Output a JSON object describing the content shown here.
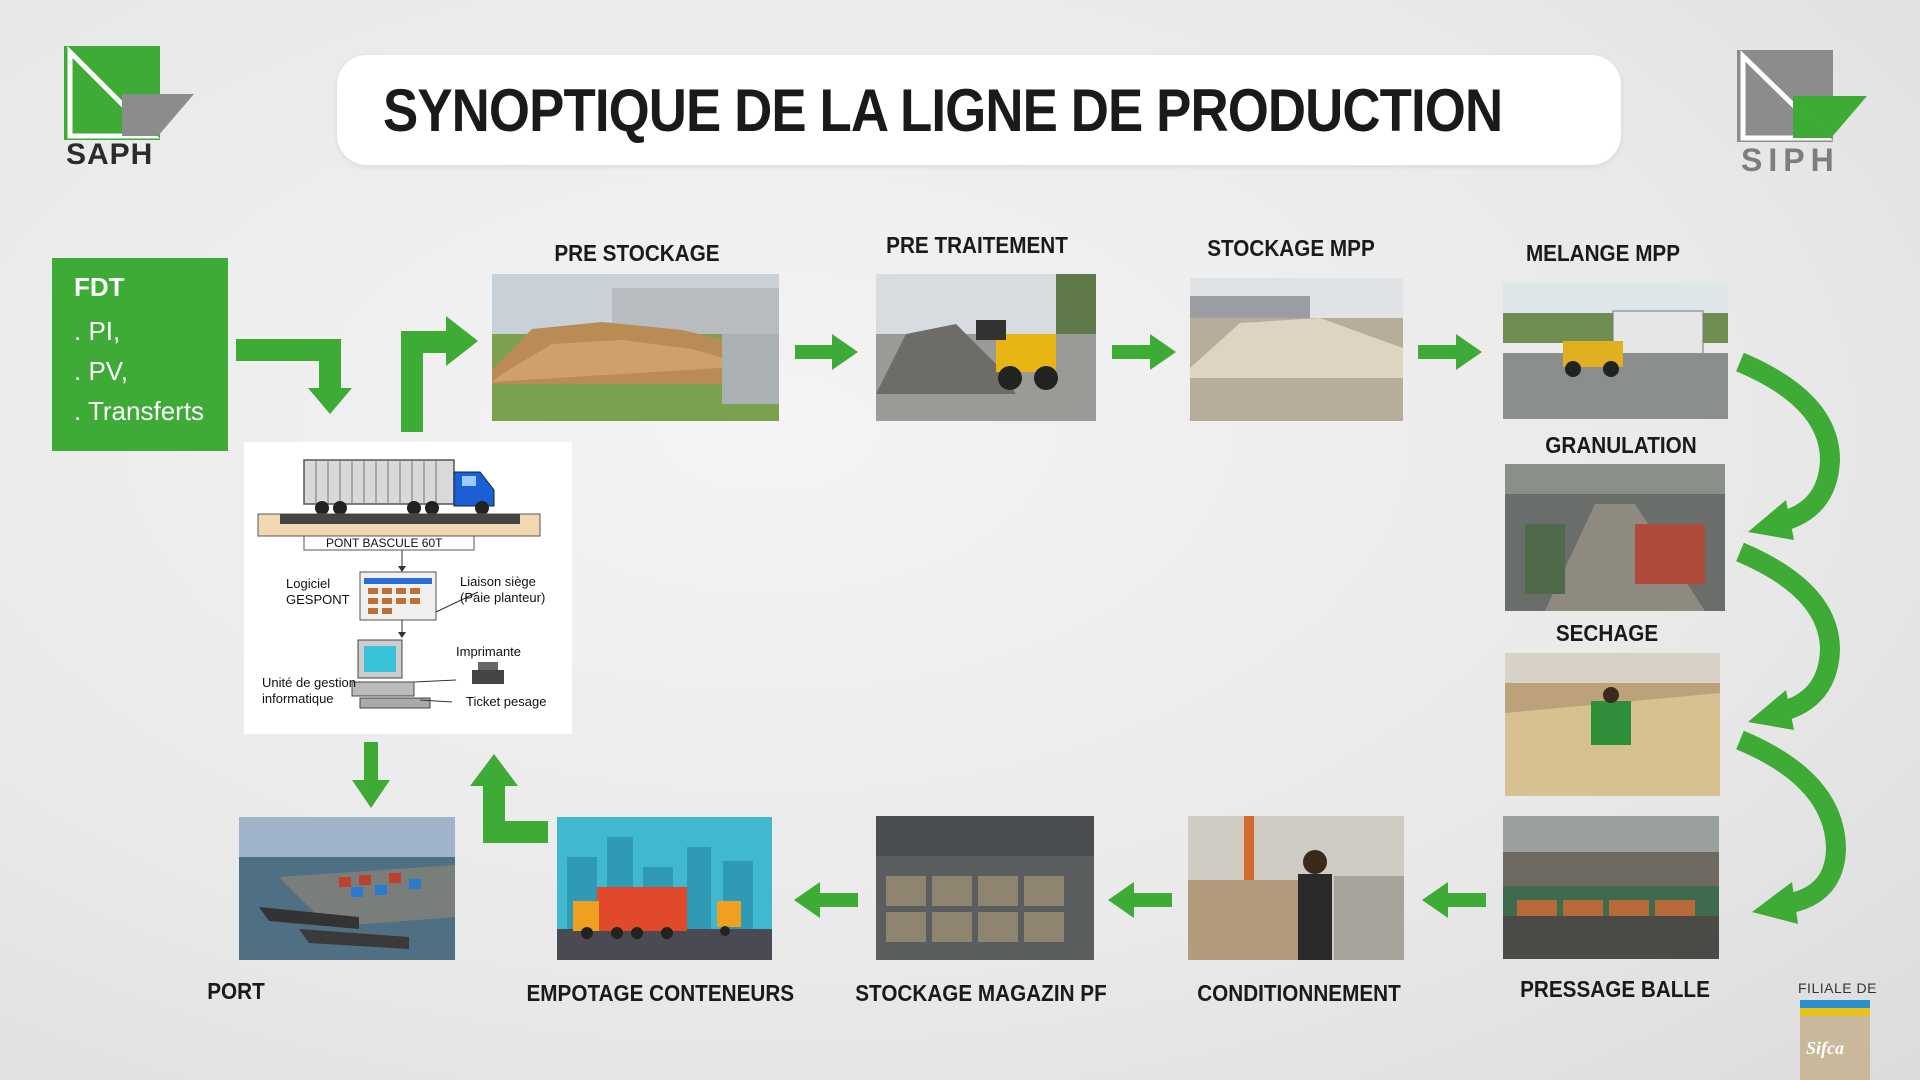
{
  "title": "SYNOPTIQUE DE LA LIGNE DE PRODUCTION",
  "logos": {
    "left": "SAPH",
    "right": "SIPH",
    "filiale": "FILIALE DE",
    "parent": "Sifca"
  },
  "fdt": {
    "title": "FDT",
    "items": [
      ". PI,",
      ". PV,",
      ". Transferts"
    ]
  },
  "weighbridge": {
    "bridge_label": "PONT BASCULE 60T",
    "software_label_1": "Logiciel",
    "software_label_2": "GESPONT",
    "link_label_1": "Liaison siège",
    "link_label_2": "(Paie planteur)",
    "printer_label": "Imprimante",
    "unit_label_1": "Unité de gestion",
    "unit_label_2": "informatique",
    "ticket_label": "Ticket pesage"
  },
  "stages": {
    "pre_stockage": "PRE STOCKAGE",
    "pre_traitement": "PRE TRAITEMENT",
    "stockage_mpp": "STOCKAGE MPP",
    "melange_mpp": "MELANGE MPP",
    "granulation": "GRANULATION",
    "sechage": "SECHAGE",
    "pressage_balle": "PRESSAGE BALLE",
    "conditionnement": "CONDITIONNEMENT",
    "stockage_magazin_pf": "STOCKAGE MAGAZIN PF",
    "empotage_conteneurs": "EMPOTAGE CONTENEURS",
    "port": "PORT"
  },
  "colors": {
    "accent_green": "#3dab35",
    "logo_gray": "#8c8c8c",
    "text_dark": "#1a1a1a"
  }
}
